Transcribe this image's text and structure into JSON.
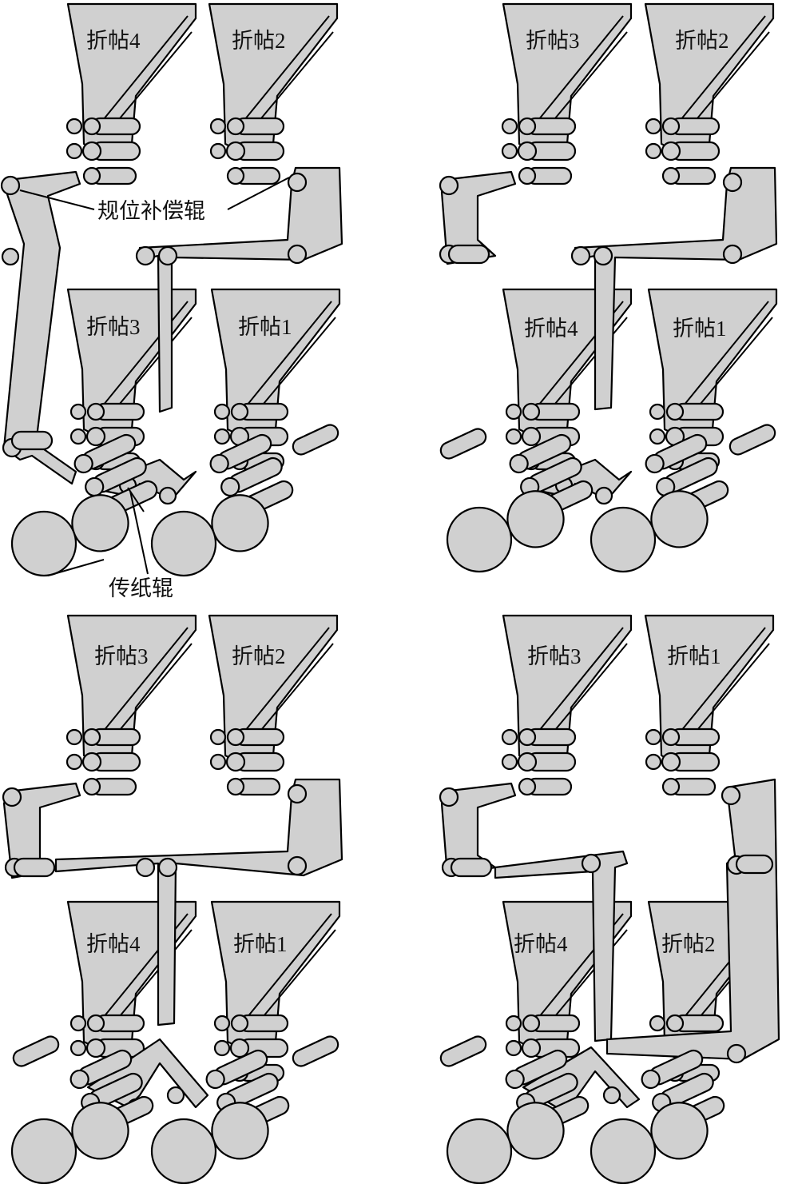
{
  "panels": [
    {
      "id": "panel-1",
      "top_left": "折帖4",
      "top_right": "折帖2",
      "bottom_left": "折帖3",
      "bottom_right": "折帖1"
    },
    {
      "id": "panel-2",
      "top_left": "折帖3",
      "top_right": "折帖2",
      "bottom_left": "折帖4",
      "bottom_right": "折帖1"
    },
    {
      "id": "panel-3",
      "top_left": "折帖3",
      "top_right": "折帖2",
      "bottom_left": "折帖4",
      "bottom_right": "折帖1"
    },
    {
      "id": "panel-4",
      "top_left": "折帖3",
      "top_right": "折帖1",
      "bottom_left": "折帖4",
      "bottom_right": "折帖2"
    }
  ],
  "annotations": {
    "compensation_roller": "规位补偿辊",
    "transfer_roller": "传纸辊"
  },
  "colors": {
    "fill": "#d0d0d0",
    "stroke": "#000000"
  }
}
